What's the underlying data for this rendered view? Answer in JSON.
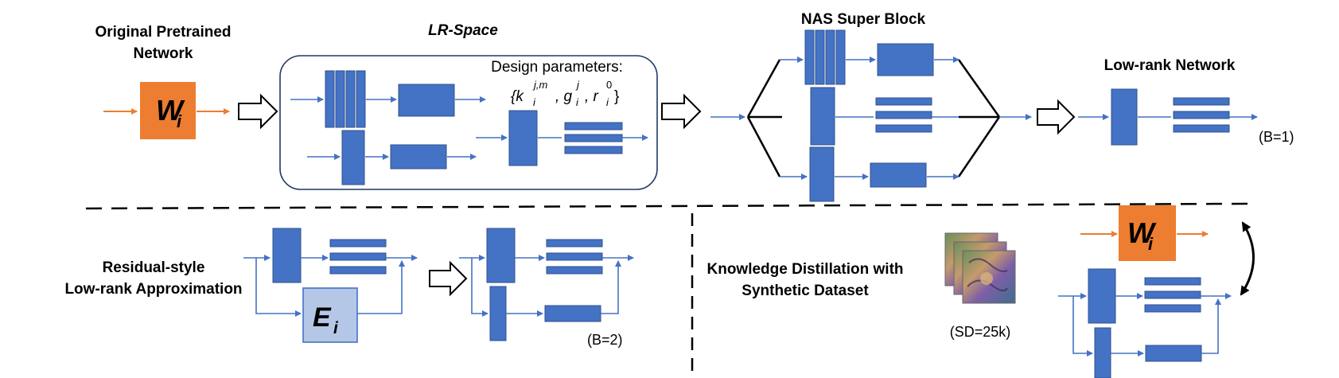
{
  "top": {
    "original": {
      "line1": "Original Pretrained",
      "line2": "Network",
      "weight_letter": "W",
      "weight_sub": "i"
    },
    "lr_space": {
      "title": "LR-Space",
      "design_params": "Design parameters:",
      "formula_k": "{k",
      "formula_k_sup": "j,m",
      "formula_k_sub": "i",
      "formula_g": ", g",
      "formula_g_sup": "j",
      "formula_g_sub": "i",
      "formula_r": ", r",
      "formula_r_sup": "0",
      "formula_r_sub": "i",
      "formula_close": "}"
    },
    "nas": {
      "title": "NAS Super Block"
    },
    "low_rank": {
      "title": "Low-rank Network",
      "note": "(B=1)"
    }
  },
  "bottom_left": {
    "label_line1": "Residual-style",
    "label_line2": "Low-rank Approximation",
    "error_letter": "E",
    "error_sub": "i",
    "note": "(B=2)"
  },
  "bottom_right": {
    "label_line1": "Knowledge Distillation with",
    "label_line2": "Synthetic Dataset",
    "dataset_note": "(SD=25k)",
    "weight_letter": "W",
    "weight_sub": "i"
  },
  "colors": {
    "blue": "#4472c4",
    "orange": "#ed7d31",
    "light_blue": "#b4c7e7",
    "dark": "#1f3864"
  }
}
